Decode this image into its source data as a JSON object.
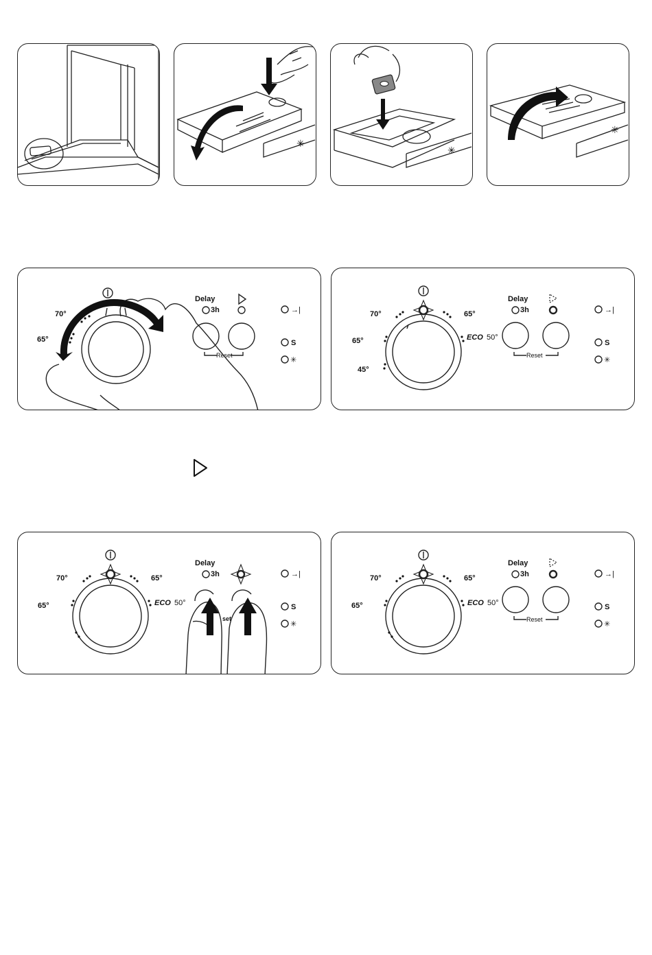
{
  "panel2": {
    "power_symbol": "I",
    "temp_70": "70°",
    "temp_65": "65°",
    "delay_label": "Delay",
    "delay_hours": "3h",
    "reset_label": "Reset"
  },
  "panel_b": {
    "power_symbol": "I",
    "temp_70": "70°",
    "temp_65_left": "65°",
    "temp_45": "45°",
    "temp_65_right": "65°",
    "eco_label": "ECO",
    "eco_temp": "50°",
    "delay_label": "Delay",
    "delay_hours": "3h",
    "reset_label": "Reset"
  },
  "panel_c": {
    "power_symbol": "I",
    "temp_70": "70°",
    "temp_65_left": "65°",
    "temp_65_right": "65°",
    "eco_label": "ECO",
    "eco_temp": "50°",
    "delay_label": "Delay",
    "delay_hours": "3h",
    "set_label": "set"
  },
  "panel_d": {
    "power_symbol": "I",
    "temp_70": "70°",
    "temp_65_left": "65°",
    "temp_65_right": "65°",
    "eco_label": "ECO",
    "eco_temp": "50°",
    "delay_label": "Delay",
    "delay_hours": "3h",
    "reset_label": "Reset"
  },
  "icons": {
    "end_indicator": "→|",
    "rinse_aid": "S",
    "salt": "✳",
    "cross": "✳",
    "play": "play-icon"
  },
  "colors": {
    "line": "#222222",
    "fill_dark": "#111111",
    "shade": "#cccccc"
  }
}
